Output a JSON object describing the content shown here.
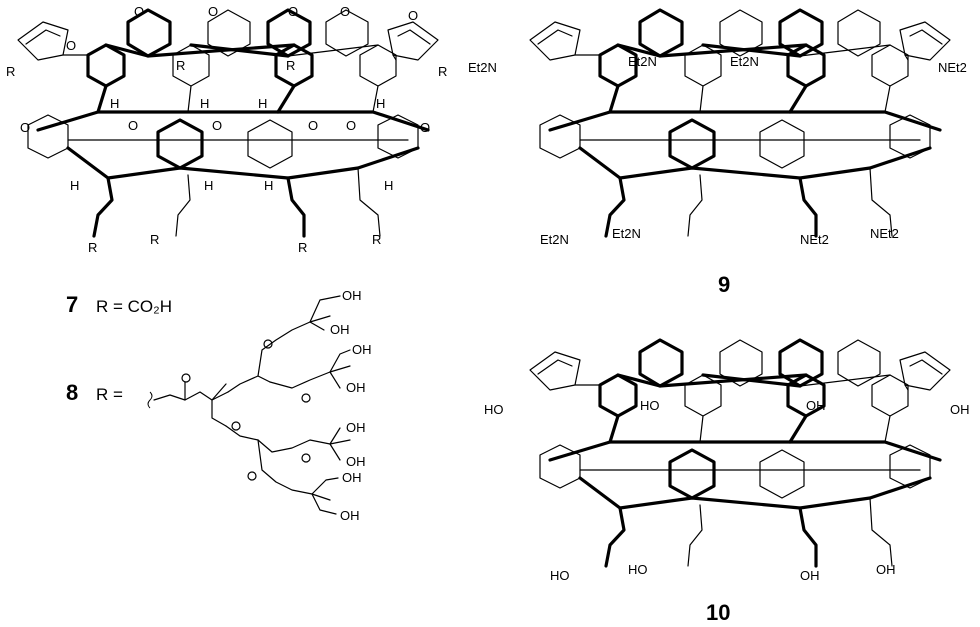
{
  "compounds": [
    {
      "id": "cavitand-7-8",
      "top_labels": [
        "O",
        "O",
        "O",
        "O",
        "O",
        "O",
        "O",
        "O",
        "O",
        "O",
        "O",
        "O"
      ],
      "pendant_labels": [
        "R",
        "R",
        "R",
        "R"
      ],
      "rim_labels": [
        "H",
        "H",
        "H",
        "H"
      ],
      "foot_labels": [
        "R",
        "R",
        "R",
        "R"
      ],
      "foot_h_labels": [
        "H",
        "H",
        "H",
        "H"
      ]
    },
    {
      "id": "cavitand-9",
      "number": "9",
      "pendant_labels": [
        "Et2N",
        "Et2N",
        "Et2N",
        "NEt2"
      ],
      "foot_labels": [
        "Et2N",
        "Et2N",
        "NEt2",
        "NEt2"
      ]
    },
    {
      "id": "cavitand-10",
      "number": "10",
      "pendant_labels": [
        "HO",
        "HO",
        "OH",
        "OH"
      ],
      "foot_labels": [
        "HO",
        "HO",
        "OH",
        "OH"
      ]
    }
  ],
  "legend": {
    "entry7": {
      "number": "7",
      "text": "R = CO₂H"
    },
    "entry8": {
      "number": "8",
      "text": "R ="
    },
    "dendron_oh_labels": [
      "OH",
      "OH",
      "OH",
      "OH",
      "OH",
      "OH",
      "OH",
      "OH"
    ]
  }
}
